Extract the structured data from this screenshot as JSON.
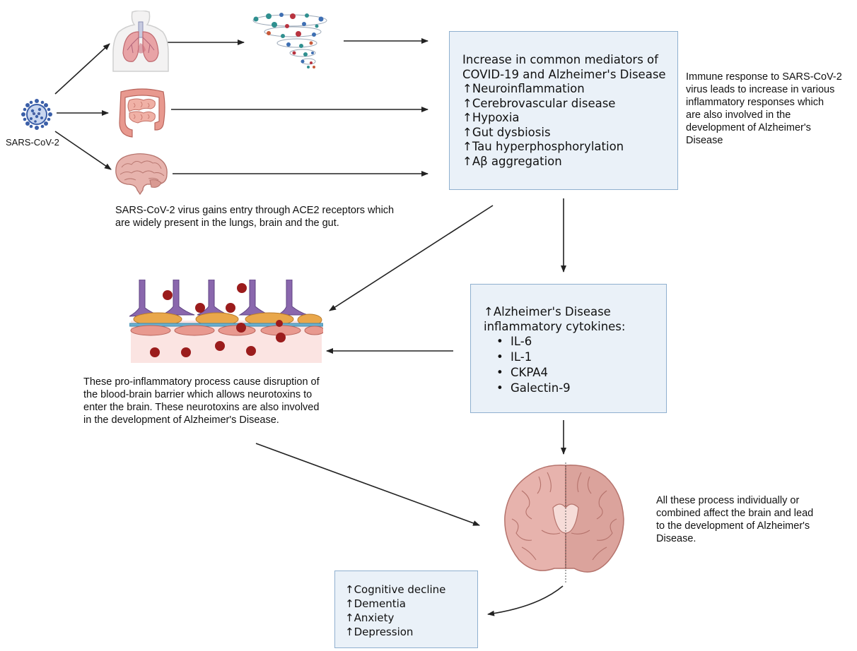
{
  "virus_label": "SARS-CoV-2",
  "entry_caption": "SARS-CoV-2 virus gains entry through ACE2 receptors which are widely present in the lungs, brain and the gut.",
  "entry_caption_lines": [
    "SARS-CoV-2 virus gains entry through ACE2 receptors which",
    "are widely present in the lungs, brain and the gut."
  ],
  "mediators_box": {
    "title_lines": [
      "Increase in common mediators of",
      "COVID-19 and Alzheimer's Disease"
    ],
    "items": [
      "↑Neuroinflammation",
      "↑Cerebrovascular disease",
      "↑Hypoxia",
      "↑Gut dysbiosis",
      "↑Tau hyperphosphorylation",
      "↑Aβ aggregation"
    ]
  },
  "immune_caption_lines": [
    "Immune response to SARS-CoV-2",
    "virus leads to increase in various",
    "inflammatory responses which",
    "are also involved in the",
    "development of Alzheimer's",
    "Disease"
  ],
  "cytokines_box": {
    "title_lines": [
      "↑Alzheimer's Disease",
      "inflammatory cytokines:"
    ],
    "items": [
      "IL-6",
      "IL-1",
      "CKPA4",
      "Galectin-9"
    ]
  },
  "bbb_caption_lines": [
    "These pro-inflammatory process cause disruption of",
    "the blood-brain barrier which allows neurotoxins to",
    "enter the brain. These neurotoxins are also involved",
    "in the development of Alzheimer's Disease."
  ],
  "brain_caption_lines": [
    "All these process individually or",
    "combined affect the brain and lead",
    "to the development of Alzheimer's",
    "Disease."
  ],
  "outcomes_box": {
    "items": [
      "↑Cognitive decline",
      "↑Dementia",
      "↑Anxiety",
      "↑Depression"
    ]
  },
  "colors": {
    "box_fill": "#eaf1f8",
    "box_border": "#8fb0cf",
    "arrow": "#222222",
    "tissue": "#e8a39a",
    "vessel": "#8a67ad",
    "blood_cell": "#9b1c1c",
    "virus": "#3b5fa8"
  }
}
